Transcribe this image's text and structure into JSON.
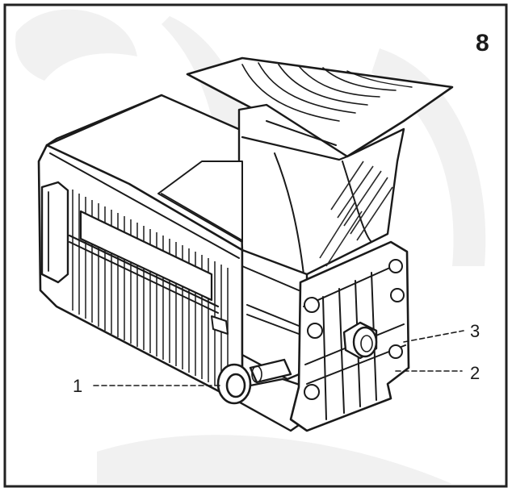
{
  "figure_number": "8",
  "callouts": [
    {
      "id": "1",
      "text": "1"
    },
    {
      "id": "2",
      "text": "2"
    },
    {
      "id": "3",
      "text": "3"
    }
  ],
  "colors": {
    "ink": "#1a1a1a",
    "paper": "#ffffff",
    "watermark": "#f1f1f1",
    "frame": "#222222"
  }
}
